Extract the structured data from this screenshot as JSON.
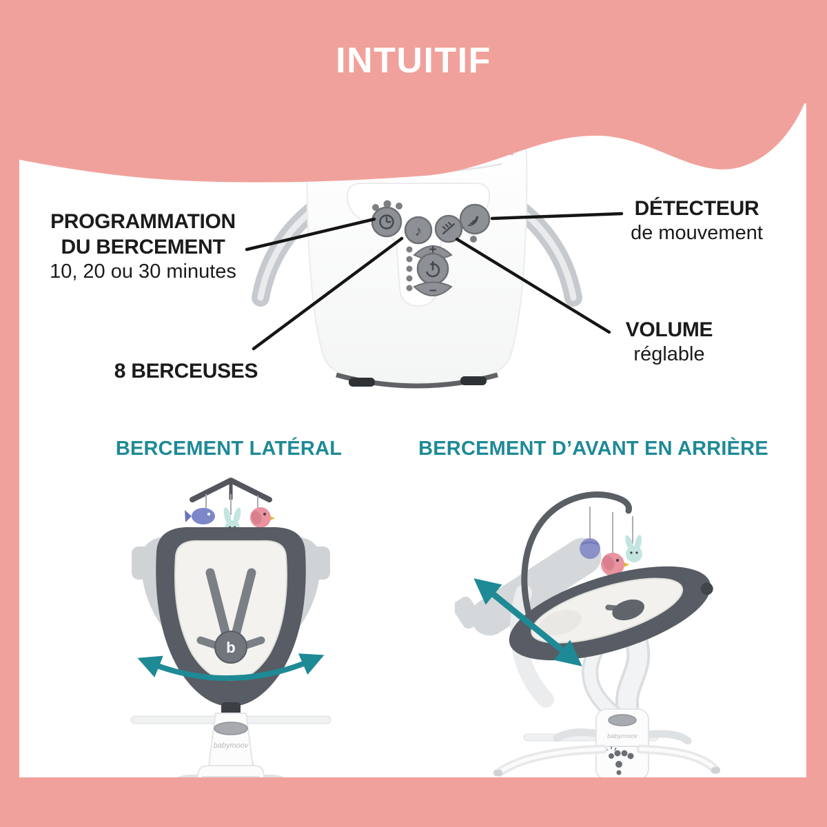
{
  "title": "INTUITIF",
  "annotations": {
    "programming": {
      "line1": "PROGRAMMATION",
      "line2": "DU BERCEMENT",
      "sub": "10, 20 ou 30 minutes"
    },
    "detector": {
      "label": "DÉTECTEUR",
      "sub": "de mouvement"
    },
    "lullabies": {
      "label": "8 BERCEUSES"
    },
    "volume": {
      "label": "VOLUME",
      "sub": "réglable"
    }
  },
  "sections": {
    "lateral": {
      "heading": "BERCEMENT LATÉRAL"
    },
    "front_back": {
      "heading": "BERCEMENT D’AVANT EN ARRIÈRE"
    }
  },
  "brand": "babymoov",
  "seat_logo": "b",
  "icons": {
    "music": "♪",
    "plus": "+",
    "minus": "−"
  },
  "colors": {
    "pink": "#F1A19B",
    "teal": "#1E8A96",
    "text": "#1B1B1B",
    "seat_dark": "#585C64"
  },
  "control_panel": {
    "buttons": [
      "timer",
      "music",
      "swing-mode",
      "motion-sensor",
      "volume-plus",
      "power",
      "volume-minus"
    ]
  }
}
